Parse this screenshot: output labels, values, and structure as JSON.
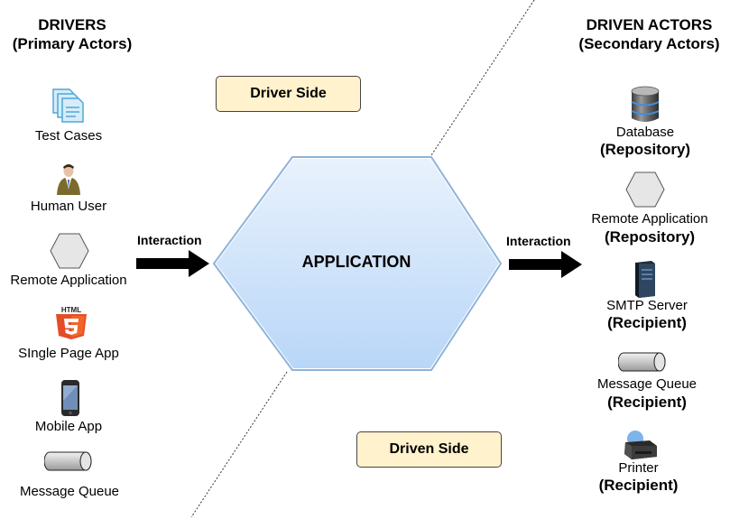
{
  "drivers": {
    "title": "DRIVERS",
    "subtitle": "(Primary Actors)",
    "items": [
      {
        "icon": "documents-icon",
        "label": "Test Cases"
      },
      {
        "icon": "user-icon",
        "label": "Human User"
      },
      {
        "icon": "hexagon-icon",
        "label": "Remote Application"
      },
      {
        "icon": "html5-icon",
        "label": "SIngle Page App"
      },
      {
        "icon": "smartphone-icon",
        "label": "Mobile App"
      },
      {
        "icon": "cylinder-icon",
        "label": "Message Queue"
      }
    ]
  },
  "driven": {
    "title": "DRIVEN ACTORS",
    "subtitle": "(Secondary Actors)",
    "items": [
      {
        "icon": "database-icon",
        "label": "Database",
        "role": "(Repository)"
      },
      {
        "icon": "hexagon-icon",
        "label": "Remote Application",
        "role": "(Repository)"
      },
      {
        "icon": "server-icon",
        "label": "SMTP Server",
        "role": "(Recipient)"
      },
      {
        "icon": "cylinder-icon",
        "label": "Message Queue",
        "role": "(Recipient)"
      },
      {
        "icon": "printer-icon",
        "label": "Printer",
        "role": "(Recipient)"
      }
    ]
  },
  "center": {
    "label": "APPLICATION"
  },
  "sides": {
    "driver": "Driver Side",
    "driven": "Driven Side"
  },
  "arrows": {
    "left": "Interaction",
    "right": "Interaction"
  },
  "html5_badge": "HTML",
  "colors": {
    "hexagon_fill_top": "#e8f1fc",
    "hexagon_fill_bottom": "#b9d7f8",
    "hexagon_stroke": "#8fb3d9",
    "side_box_fill": "#fff2cc"
  }
}
